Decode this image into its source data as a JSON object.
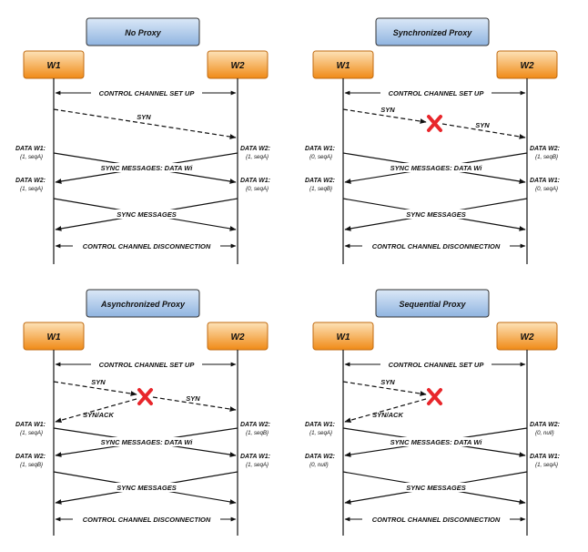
{
  "diagrams": [
    {
      "title": "No Proxy",
      "w1": "W1",
      "w2": "W2",
      "control_setup": "CONTROL CHANNEL SET UP",
      "syn_labels": [
        "SYN"
      ],
      "syn_ack": "",
      "left_data": [
        {
          "label": "DATA W1:",
          "value": "{1, seqA}"
        },
        {
          "label": "DATA W2:",
          "value": "{1, seqA}"
        }
      ],
      "right_data": [
        {
          "label": "DATA W2:",
          "value": "{1, seqA}"
        },
        {
          "label": "DATA W1:",
          "value": "{0, seqA}"
        }
      ],
      "sync_data": "SYNC MESSAGES: DATA Wi",
      "sync": "SYNC MESSAGES",
      "disconnect": "CONTROL CHANNEL DISCONNECTION"
    },
    {
      "title": "Synchronized Proxy",
      "w1": "W1",
      "w2": "W2",
      "control_setup": "CONTROL CHANNEL SET UP",
      "syn_labels": [
        "SYN",
        "SYN"
      ],
      "syn_ack": "",
      "left_data": [
        {
          "label": "DATA W1:",
          "value": "{0, seqA}"
        },
        {
          "label": "DATA W2:",
          "value": "{1, seqB}"
        }
      ],
      "right_data": [
        {
          "label": "DATA W2:",
          "value": "{1, seqB}"
        },
        {
          "label": "DATA W1:",
          "value": "{0, seqA}"
        }
      ],
      "sync_data": "SYNC MESSAGES: DATA Wi",
      "sync": "SYNC MESSAGES",
      "disconnect": "CONTROL CHANNEL DISCONNECTION"
    },
    {
      "title": "Asynchronized Proxy",
      "w1": "W1",
      "w2": "W2",
      "control_setup": "CONTROL CHANNEL SET UP",
      "syn_labels": [
        "SYN",
        "SYN"
      ],
      "syn_ack": "SYN/ACK",
      "left_data": [
        {
          "label": "DATA W1:",
          "value": "{1, seqA}"
        },
        {
          "label": "DATA W2:",
          "value": "{1, seqB}"
        }
      ],
      "right_data": [
        {
          "label": "DATA W2:",
          "value": "{1, seqB}"
        },
        {
          "label": "DATA W1:",
          "value": "{1, seqA}"
        }
      ],
      "sync_data": "SYNC MESSAGES: DATA Wi",
      "sync": "SYNC MESSAGES",
      "disconnect": "CONTROL CHANNEL DISCONNECTION"
    },
    {
      "title": "Sequential Proxy",
      "w1": "W1",
      "w2": "W2",
      "control_setup": "CONTROL CHANNEL SET UP",
      "syn_labels": [
        "SYN"
      ],
      "syn_ack": "SYN/ACK",
      "left_data": [
        {
          "label": "DATA W1:",
          "value": "{1, seqA}"
        },
        {
          "label": "DATA W2:",
          "value": "{0, null}"
        }
      ],
      "right_data": [
        {
          "label": "DATA W2:",
          "value": "{0, null}"
        },
        {
          "label": "DATA W1:",
          "value": "{1, seqA}"
        }
      ],
      "sync_data": "SYNC MESSAGES: DATA Wi",
      "sync": "SYNC MESSAGES",
      "disconnect": "CONTROL CHANNEL DISCONNECTION"
    }
  ],
  "colors": {
    "title_box_top": "#dbe8f7",
    "title_box_bottom": "#8fb4e0",
    "worker_top": "#fde2b8",
    "worker_bottom": "#f08a16",
    "cross": "#e8262b",
    "line": "#111111"
  }
}
